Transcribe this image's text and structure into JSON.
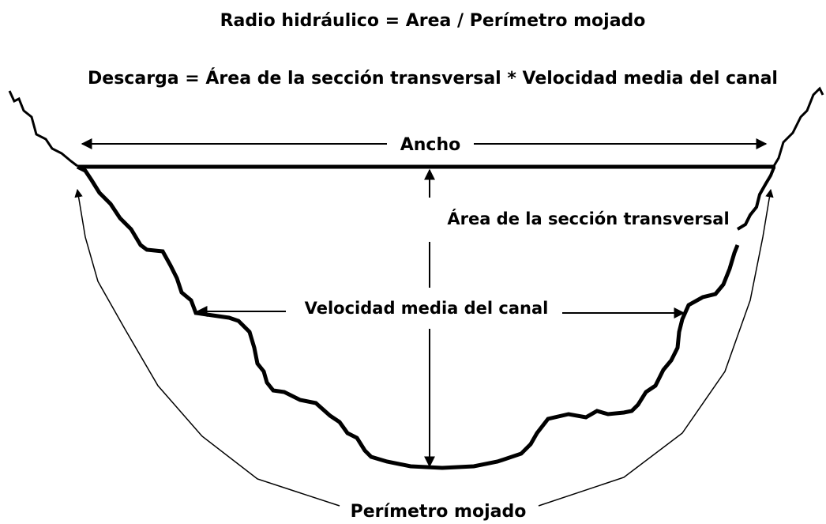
{
  "formulas": {
    "hydraulic_radius": "Radio hidráulico = Area / Perímetro mojado",
    "discharge": "Descarga = Área de la sección transversal * Velocidad media del  canal"
  },
  "labels": {
    "width": "Ancho",
    "cross_section_area": "Área de la sección transversal",
    "mean_velocity": "Velocidad media del canal",
    "wetted_perimeter": "Perímetro mojado"
  },
  "colors": {
    "ink": "#000000",
    "background": "#ffffff"
  }
}
